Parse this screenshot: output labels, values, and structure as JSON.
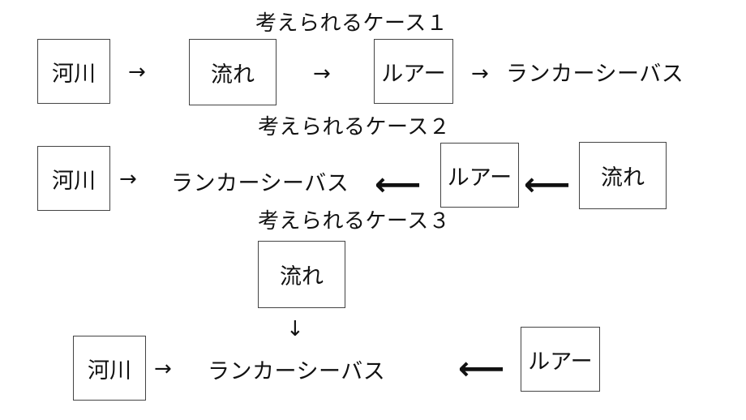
{
  "cases": [
    {
      "title": "考えられるケース１",
      "nodes": {
        "river": "河川",
        "flow": "流れ",
        "lure": "ルアー",
        "target": "ランカーシーバス"
      },
      "arrows": {
        "a1": "→",
        "a2": "→",
        "a3": "→"
      }
    },
    {
      "title": "考えられるケース２",
      "nodes": {
        "river": "河川",
        "target": "ランカーシーバス",
        "lure": "ルアー",
        "flow": "流れ"
      },
      "arrows": {
        "a1": "→",
        "a2": "⟵",
        "a3": "⟵"
      }
    },
    {
      "title": "考えられるケース３",
      "nodes": {
        "flow": "流れ",
        "river": "河川",
        "target": "ランカーシーバス",
        "lure": "ルアー"
      },
      "arrows": {
        "down": "↓",
        "a1": "→",
        "a2": "⟵"
      }
    }
  ]
}
